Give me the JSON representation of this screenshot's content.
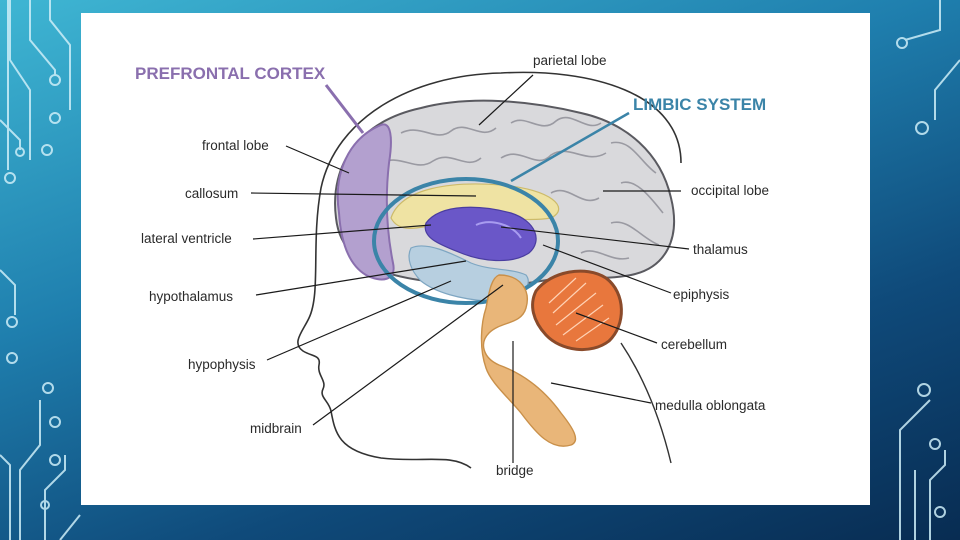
{
  "headings": {
    "prefrontal": "PREFRONTAL CORTEX",
    "limbic": "LIMBIC SYSTEM"
  },
  "labels": {
    "parietal_lobe": "parietal lobe",
    "frontal_lobe": "frontal lobe",
    "callosum": "callosum",
    "lateral_ventricle": "lateral ventricle",
    "hypothalamus": "hypothalamus",
    "hypophysis": "hypophysis",
    "midbrain": "midbrain",
    "bridge": "bridge",
    "occipital_lobe": "occipital lobe",
    "thalamus": "thalamus",
    "epiphysis": "epiphysis",
    "cerebellum": "cerebellum",
    "medulla_oblongata": "medulla oblongata"
  },
  "colors": {
    "prefrontal": "#8a6fae",
    "limbic": "#3b84a8",
    "cerebellum": "#e8773d",
    "brainstem": "#e9b679",
    "cortex": "#d9d9dc"
  }
}
